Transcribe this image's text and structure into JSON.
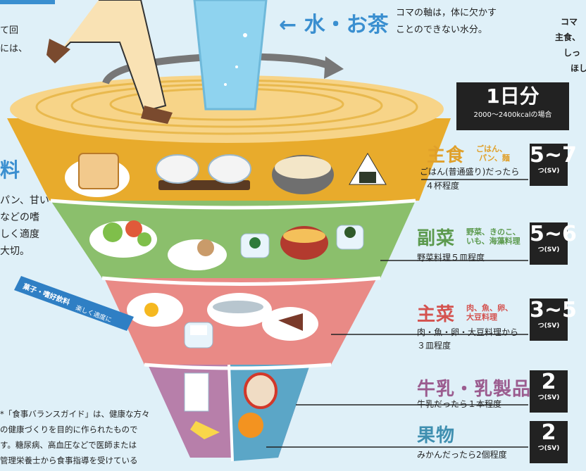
{
  "water": {
    "title": "← 水・お茶",
    "desc_line1": "コマの軸は，体に欠かす",
    "desc_line2": "ことのできない水分。"
  },
  "top_right_partial": {
    "line1": "コマ",
    "line2": "主食、",
    "line3": "しっ",
    "line4": "ほし"
  },
  "left_partial": {
    "top1": "て回",
    "top2": "には、",
    "heading": "料",
    "line1": "パン、甘い",
    "line2": "などの嗜",
    "line3": "しく適度",
    "line4": "大切。"
  },
  "snack_ribbon": {
    "main": "菓子・嗜好飲料",
    "sub": "楽しく適度に"
  },
  "daily": {
    "title": "1日分",
    "sub": "2000〜2400kcalの場合"
  },
  "groups": [
    {
      "name": "主食",
      "paren1": "ごはん、",
      "paren2": "パン、麺",
      "color": "#e0a02a",
      "note1": "ごはん(普通盛り)だったら",
      "note2": "４杯程度",
      "servings": "5~7",
      "unit": "つ(SV)"
    },
    {
      "name": "副菜",
      "paren1": "野菜、きのこ、",
      "paren2": "いも、海藻料理",
      "color": "#5c9a4e",
      "note1": "野菜料理５皿程度",
      "note2": "",
      "servings": "5~6",
      "unit": "つ(SV)"
    },
    {
      "name": "主菜",
      "paren1": "肉、魚、卵、",
      "paren2": "大豆料理",
      "color": "#d4524f",
      "note1": "肉・魚・卵・大豆料理から",
      "note2": "３皿程度",
      "servings": "3~5",
      "unit": "つ(SV)"
    },
    {
      "name": "牛乳・乳製品",
      "paren1": "",
      "paren2": "",
      "color": "#9b5c8f",
      "note1": "牛乳だったら１本程度",
      "note2": "",
      "servings": "2",
      "unit": "つ(SV)"
    },
    {
      "name": "果物",
      "paren1": "",
      "paren2": "",
      "color": "#3f8fb0",
      "note1": "みかんだったら2個程度",
      "note2": "",
      "servings": "2",
      "unit": "つ(SV)"
    }
  ],
  "footnote": {
    "line1": "*「食事バランスガイド」は、健康な方々",
    "line2": "の健康づくりを目的に作られたもので",
    "line3": "す。糖尿病、高血圧などで医師または",
    "line4": "管理栄養士から食事指導を受けている"
  },
  "colors": {
    "background": "#dff0f8",
    "top_disc": "#f7d488",
    "grain_band": "#e8ab2c",
    "veg_band": "#8bbf6c",
    "main_band": "#e98a86",
    "dairy_band": "#b77faa",
    "fruit_band": "#5ba6c7",
    "accent_blue": "#3a8fd0"
  }
}
